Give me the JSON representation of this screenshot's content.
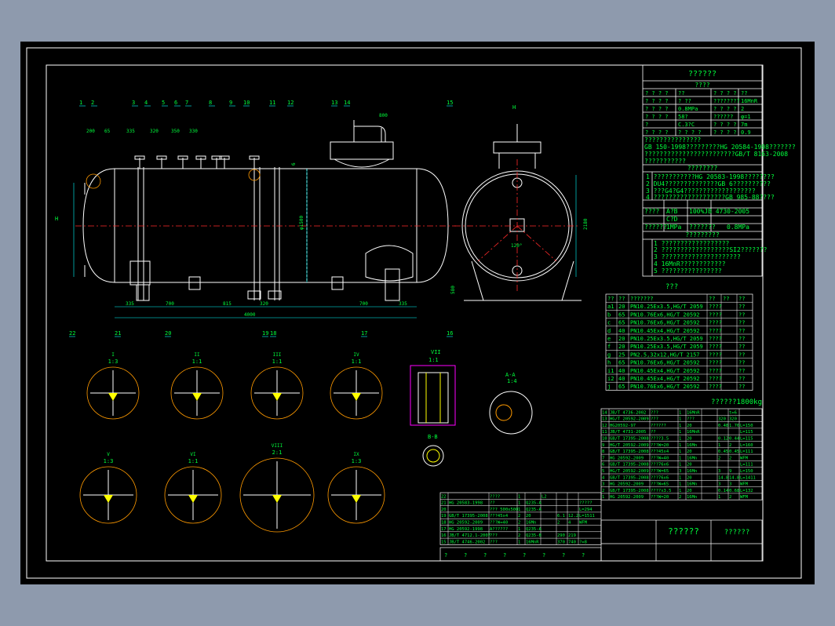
{
  "title_block": {
    "header": "??????",
    "sub_header": "????",
    "rows": [
      [
        "? ? ? ?",
        "??",
        "? ? ? ?",
        "??"
      ],
      [
        "? ? ? ?",
        "? ??",
        "????????",
        "16MnR"
      ],
      [
        "? ? ? ?",
        "0.8MPa",
        "? ? ? ?",
        "2"
      ],
      [
        "? ? ? ?",
        "58?",
        "??????",
        "φ=1"
      ],
      [
        "?",
        "C.3?C",
        "? ? ? ?",
        "7m"
      ],
      [
        "? ? ? ?",
        "? ? ? ?",
        "? ? ? ?",
        "0.9"
      ]
    ],
    "std_lines": [
      "???????????????",
      "GB 150-1998?????????HG 20584-1998???????",
      "????????????????????????GB/T 8163-2008",
      "???????????"
    ],
    "notes_header": "????????",
    "notes": [
      "1 ???????????HG 20583-1998????????",
      "2 DU4??????????????GB 6??????????",
      "3 ???G4?G4???????????????????",
      "4 ???????????????????GB 985-88????"
    ],
    "test_rows": [
      [
        "????",
        "A?B",
        "100%JB 4730-2005"
      ],
      [
        "",
        "C?D",
        ""
      ],
      [
        "??????",
        "1MPa",
        "???????",
        "0.8MPa"
      ]
    ],
    "requirements_header": "?????????",
    "requirements": [
      "1 ??????????????????",
      "2 ??????????????????SI2???????",
      "3 ?????????????????????",
      "4 16MnR????????????",
      "5 ????????????????"
    ]
  },
  "nozzle_table": {
    "caption": "???",
    "header": [
      "??",
      "??",
      "???????",
      "??",
      "??",
      "??"
    ],
    "rows": [
      [
        "a1",
        "20",
        "PN10.25Ex3.5,HG/T 2059",
        "????",
        "??"
      ],
      [
        "b",
        "65",
        "PN10.76Ex6,HG/T 20592",
        "????",
        "??"
      ],
      [
        "c",
        "65",
        "PN10.76Ex6,HG/T 20592",
        "????",
        "??"
      ],
      [
        "d",
        "40",
        "PN10.45Ex4,HG/T 20592",
        "????",
        "??"
      ],
      [
        "e",
        "20",
        "PN10.25Ex3.5,HG/T 2059",
        "????",
        "??"
      ],
      [
        "f",
        "20",
        "PN10.25Ex3.5,HG/T 2059",
        "????",
        "??"
      ],
      [
        "g",
        "25",
        "PN2.5,32x12,HG/T 2157",
        "????",
        "??"
      ],
      [
        "h",
        "65",
        "PN10.76Ex6,HG/T 20592",
        "????",
        "??"
      ],
      [
        "i1",
        "40",
        "PN10.45Ex4,HG/T 20592",
        "????",
        "??"
      ],
      [
        "i2",
        "40",
        "PN10.45Ex4,HG/T 20592",
        "????",
        "??"
      ],
      [
        "j",
        "65",
        "PN10.76Ex6,HG/T 20592",
        "????",
        "??"
      ]
    ],
    "weight": "??????1800kg"
  },
  "bom_right": [
    [
      "14",
      "JB/T 4736-2002",
      "???",
      "1",
      "16MnR",
      "",
      "",
      "t=6"
    ],
    [
      "13",
      "HG/T 20592-2009",
      "???",
      "1",
      "???",
      "",
      "320",
      "320"
    ],
    [
      "12",
      "HG20592-97",
      "??????",
      "1",
      "20",
      "",
      "0.48",
      "1.76",
      "L=150"
    ],
    [
      "11",
      "JB/T 4731-2005",
      "??",
      "1",
      "16MnR",
      "",
      "",
      "",
      "L=115"
    ],
    [
      "10",
      "GB/T 17395-2008",
      "????3.5",
      "1",
      "20",
      "",
      "0.12",
      "0.44",
      "L=115"
    ],
    [
      "9",
      "HG/T 20592-2009",
      "???W=20",
      "1",
      "16Mn",
      "",
      "1",
      "2",
      "L=160"
    ],
    [
      "8",
      "GB/T 17395-2008",
      "???45x4",
      "1",
      "20",
      "",
      "0.45",
      "0.45",
      "L=111"
    ],
    [
      "7",
      "HG 20592-2009",
      "???W=40",
      "1",
      "16Mn",
      "",
      "2",
      "2",
      "WFM"
    ],
    [
      "6",
      "GB/T 17395-2008",
      "???76x6",
      "1",
      "20",
      "",
      "",
      "",
      "L=111"
    ],
    [
      "5",
      "HG/T 20592-2009",
      "???W=65",
      "3",
      "16Mn",
      "",
      "3",
      "9",
      "L=150"
    ],
    [
      "4",
      "GB/T 17395-2008",
      "???76x6",
      "1",
      "20",
      "",
      "14.8",
      "14.8",
      "L=1411"
    ],
    [
      "3",
      "HG 20592-2009",
      "???W=65",
      "1",
      "16Mn",
      "",
      "3",
      "3",
      "WFM"
    ],
    [
      "2",
      "GB/T 17395-2008",
      "????x3.5",
      "1",
      "20",
      "",
      "0.14",
      "0.68",
      "L=132"
    ],
    [
      "1",
      "HG 20592-2009",
      "???W=20",
      "2",
      "16Mn",
      "",
      "1",
      "2",
      "WFM"
    ]
  ],
  "bom_left": [
    [
      "22",
      "",
      "????",
      "1",
      "",
      "L2"
    ],
    [
      "21",
      "HG 20583-1998",
      "??",
      "1",
      "Q235-A",
      "",
      "",
      "",
      "?????"
    ],
    [
      "20",
      "",
      "??? 500x500",
      "1",
      "Q235-A",
      "",
      "",
      "",
      "L=294"
    ],
    [
      "19",
      "GB/T 17395-2008",
      "???45x4",
      "2",
      "20",
      "",
      "6.1",
      "12.2",
      "L=1511"
    ],
    [
      "18",
      "HG 20592-2009",
      "???W=40",
      "2",
      "16Mn",
      "",
      "2",
      "4",
      "WFM"
    ],
    [
      "17",
      "HG 20592-1998",
      "A??????",
      "1",
      "Q235-A"
    ],
    [
      "16",
      "JB/T 4712.1-2007",
      "???",
      "2",
      "Q235-B",
      "",
      "290",
      "219"
    ],
    [
      "15",
      "JB/T 4746-2002",
      "???",
      "1",
      "16MnR",
      "",
      "370",
      "740",
      "?=8"
    ]
  ],
  "bom_header": [
    "?",
    "?",
    "?",
    "?",
    "?",
    "?",
    "?",
    "?"
  ],
  "title_cell": "??????",
  "callouts": [
    "1",
    "2",
    "3",
    "4",
    "5",
    "6",
    "7",
    "8",
    "9",
    "10",
    "11",
    "12",
    "13",
    "14",
    "15",
    "16",
    "17",
    "18",
    "19",
    "20",
    "21",
    "22"
  ],
  "nozzle_letters": [
    "?",
    "?",
    "?",
    "?",
    "?",
    "?",
    "?",
    "?",
    "?",
    "?",
    "?"
  ],
  "dimensions": {
    "d200": "200",
    "d65": "65",
    "d335": "335",
    "d320": "320",
    "d350": "350",
    "d330": "330",
    "d700": "700",
    "d815": "815",
    "d4000": "4000",
    "d800": "800",
    "d1500": "φ1500",
    "d2180": "2180",
    "d580": "580",
    "d1500b": "1500",
    "d6": "6",
    "d120": "120°",
    "H": "H"
  },
  "views": {
    "A_A": "A-A",
    "A_A_scale": "1:4",
    "B_B": "B-B",
    "I_scale": "1:3",
    "II_scale": "1:1",
    "III_scale": "1:1",
    "IV_scale": "1:1",
    "V_scale": "1:3",
    "VI_scale": "1:1",
    "VII_scale": "1:1",
    "VIII_scale": "2:1",
    "IX_scale": "1:3",
    "I_label": "I",
    "II_label": "II",
    "III_label": "III",
    "IV_label": "IV",
    "V_label": "V",
    "VI_label": "VI",
    "VII_label": "VII",
    "VIII_label": "VIII",
    "IX_label": "IX"
  }
}
